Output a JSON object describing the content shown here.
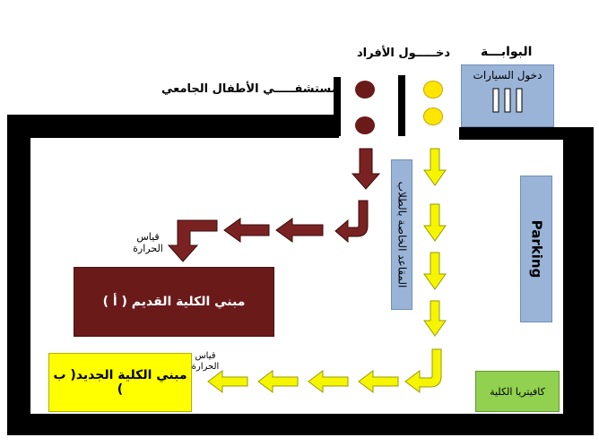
{
  "labels": {
    "gate": "البوابـــة",
    "people_entrance": "دخـــــول الأفراد",
    "hospital": "مستشفـــــي الأطفال الجامعي",
    "car_entrance": "دخول السيارات",
    "parking": "Parking",
    "student_seats": "المقاعد الخاصة بالطلاب",
    "temp_check_1": "قياس الحرارة",
    "temp_check_2": "قياس الحرارة",
    "old_building": "مبني الكلية  القديم ( أ )",
    "new_building": "مبني الكلية الجديد( ب )",
    "cafeteria": "كافيتريا الكلية"
  },
  "colors": {
    "wall": "#000000",
    "maroon": "#6b1a1a",
    "yellow": "#ffff00",
    "yellow_dot": "#ffe600",
    "blue_box": "#9ab4d8",
    "green_box": "#92d050",
    "maroon_arrow": "#7a2222",
    "yellow_arrow": "#f5f500"
  },
  "icons": {
    "flow_arrow": "arrow",
    "person_dot": "circle"
  }
}
